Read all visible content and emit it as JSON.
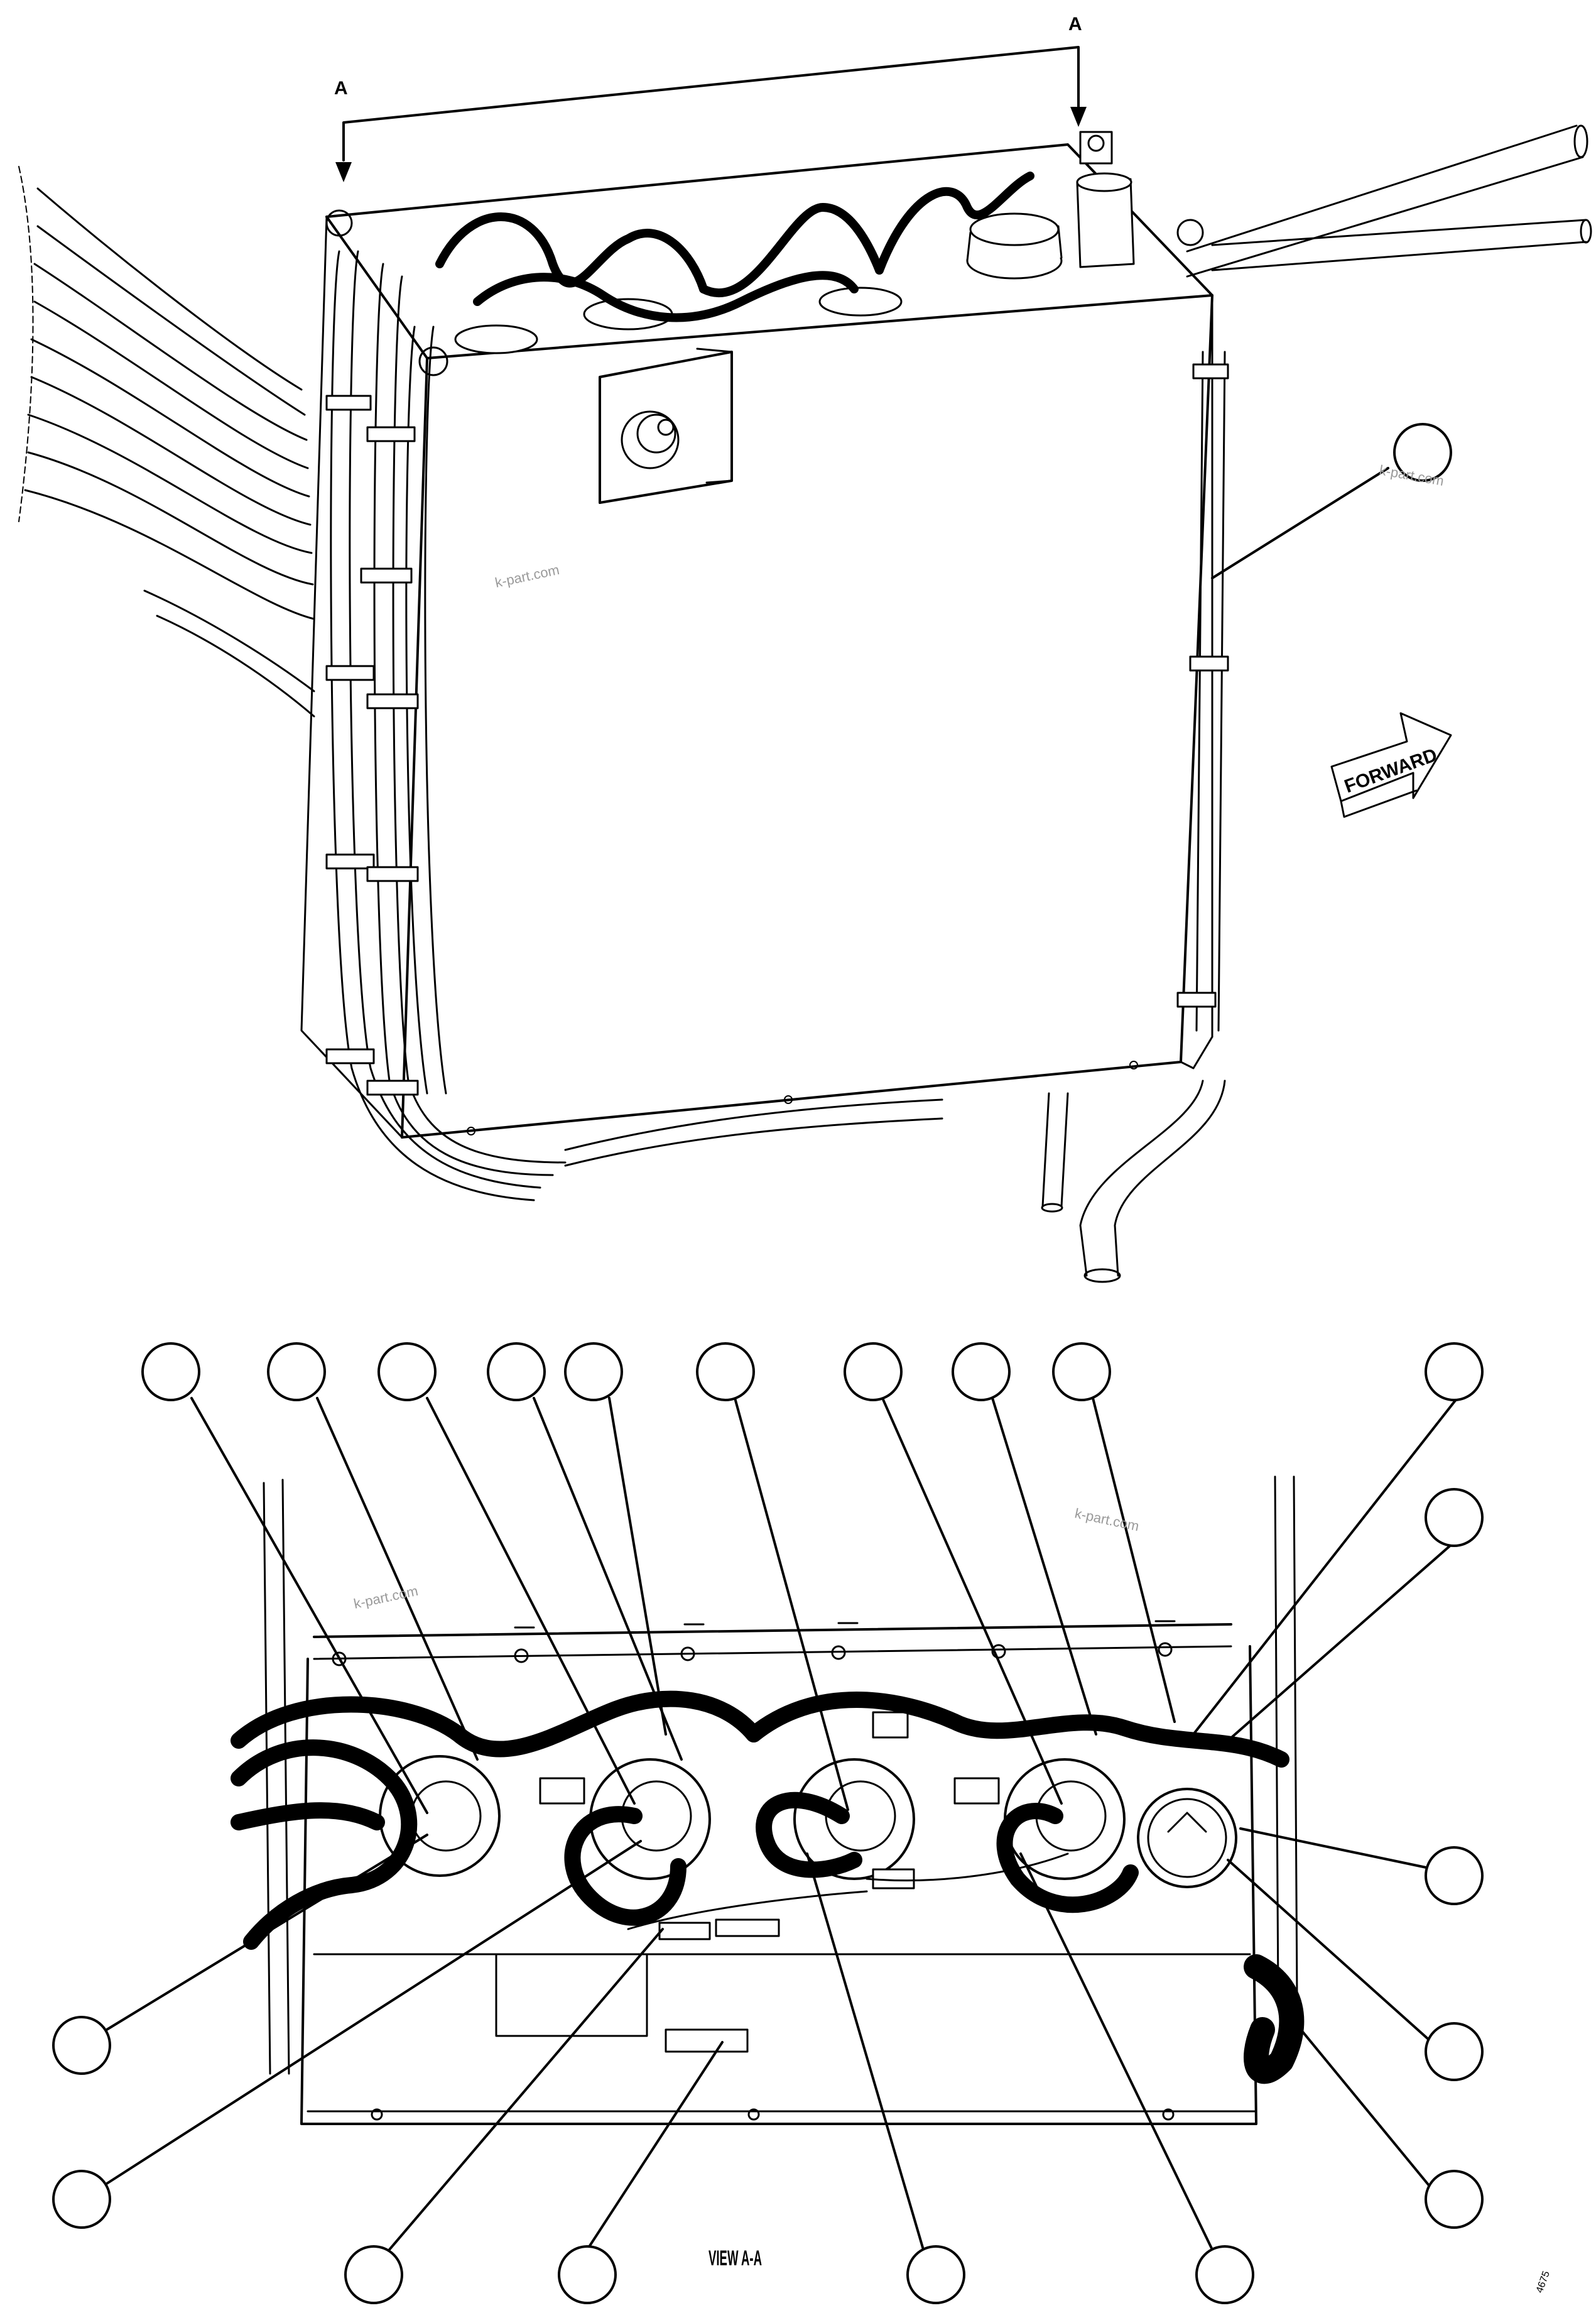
{
  "section_marker_left": "A",
  "section_marker_right": "A",
  "direction_label": "FORWARD",
  "view_caption": "VIEW A-A",
  "watermark": "k-part.com",
  "sheet_code": "4675",
  "colors": {
    "line": "#000000",
    "background": "#ffffff",
    "watermark": "#9a9a9a"
  }
}
